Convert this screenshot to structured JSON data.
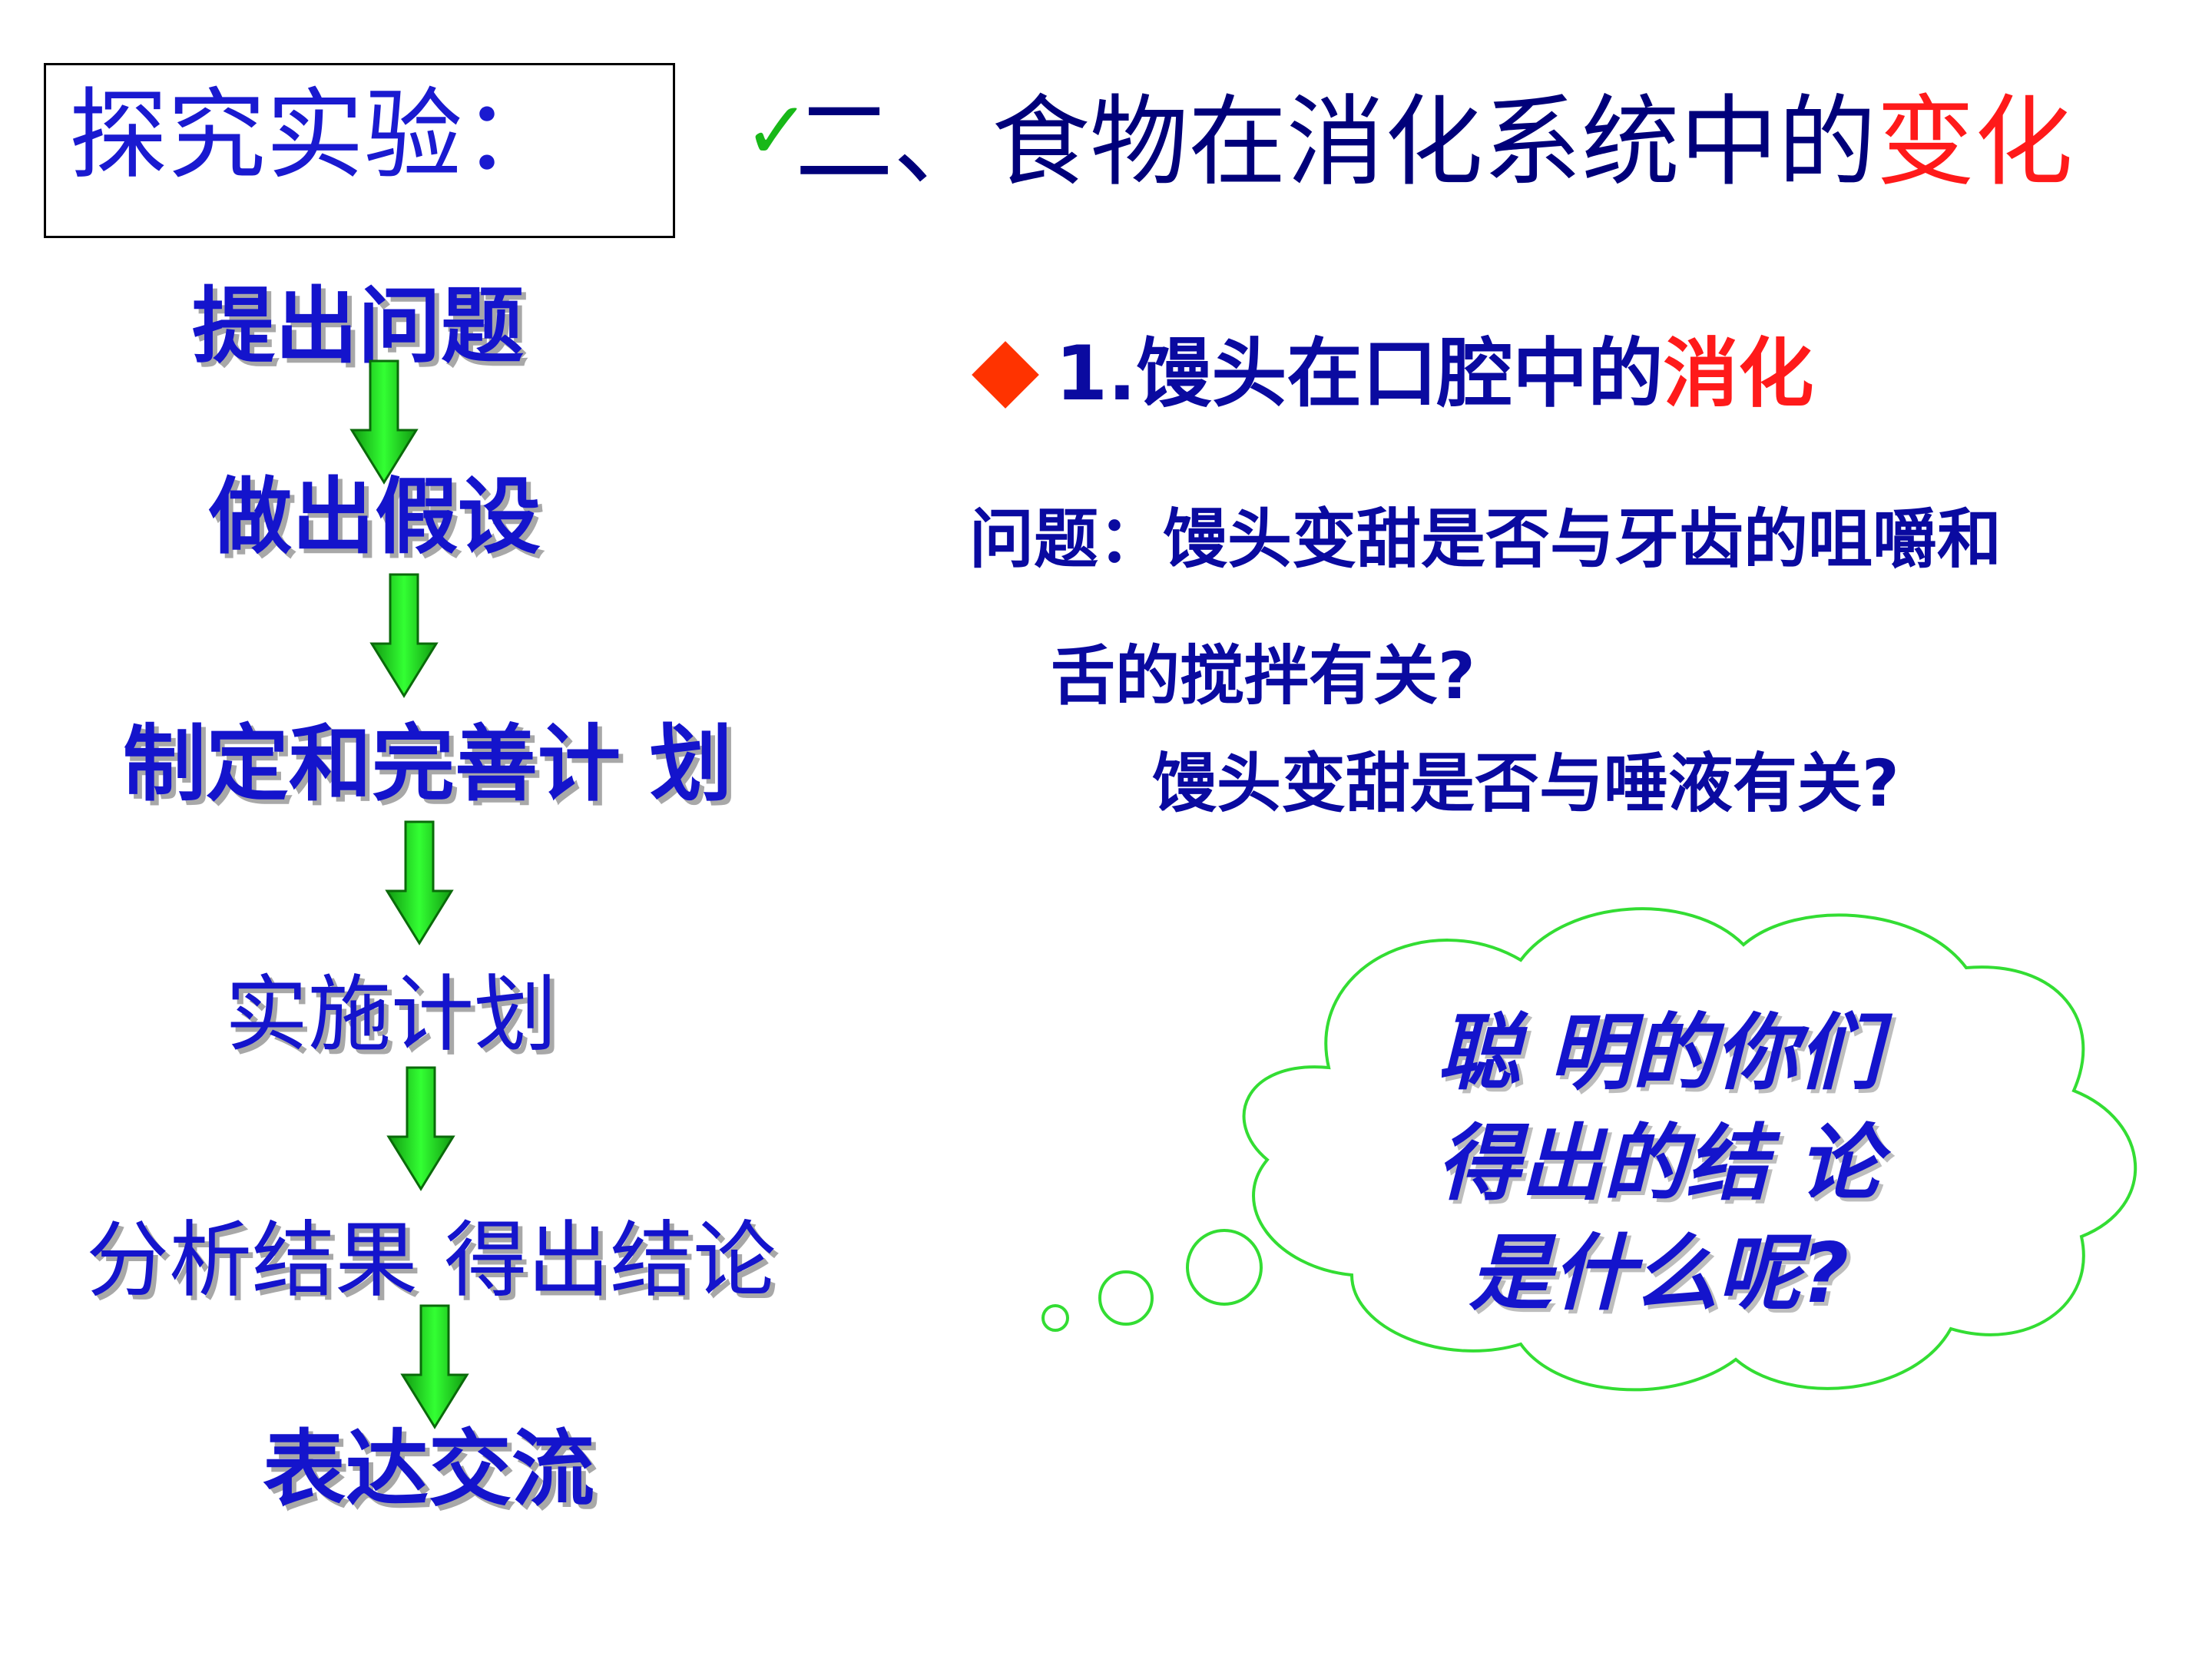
{
  "inquiry": {
    "title": "探究实验："
  },
  "title": {
    "check": "✓",
    "prefix": "二、食物在消化系统中的",
    "highlight": "变化"
  },
  "steps": [
    {
      "label": "提出问题"
    },
    {
      "label": "做出假设"
    },
    {
      "label": "制定和完善计 划"
    },
    {
      "label": "实施计划"
    },
    {
      "label": "分析结果 得出结论"
    },
    {
      "label": "表达交流"
    }
  ],
  "section": {
    "prefix": "1.馒头在口腔中的",
    "highlight": "消化"
  },
  "questions": {
    "line1": "问题：馒头变甜是否与牙齿的咀嚼和",
    "line2": "舌的搅拌有关?",
    "line3": "馒头变甜是否与唾液有关?"
  },
  "cloud": {
    "lines": [
      "聪 明的你们",
      "得出的结 论",
      "是什么呢?"
    ]
  },
  "colors": {
    "title": "#00007a",
    "steps": "#1414cc",
    "highlight": "#ff1a1a",
    "arrow": "#22ee22",
    "cloud_stroke": "#33dd33",
    "diamond": "#ff3300"
  }
}
